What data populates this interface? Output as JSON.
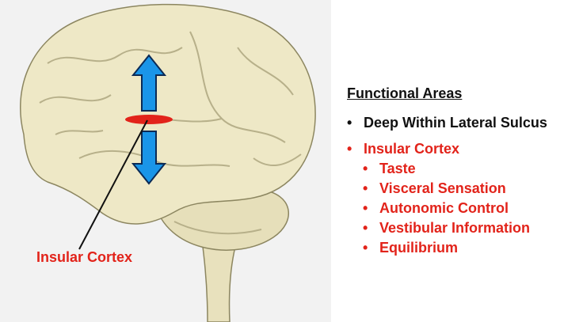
{
  "diagram": {
    "callout_label": "Insular Cortex",
    "colors": {
      "highlight": "#e2231a",
      "arrow": "#1a95e8",
      "brain": "#ede7c4"
    }
  },
  "panel": {
    "heading": "Functional Areas",
    "items": [
      {
        "text": "Deep Within Lateral Sulcus"
      },
      {
        "text": "Insular Cortex"
      }
    ],
    "subitems": [
      "Taste",
      "Visceral Sensation",
      "Autonomic Control",
      "Vestibular Information",
      "Equilibrium"
    ]
  }
}
